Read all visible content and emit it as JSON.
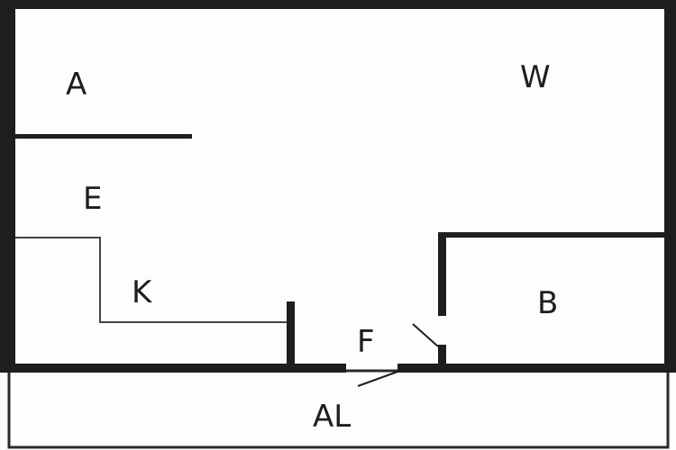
{
  "plan": {
    "rooms": {
      "a": "A",
      "w": "W",
      "e": "E",
      "k": "K",
      "b": "B",
      "f": "F",
      "al": "AL"
    },
    "colors": {
      "wall": "#1e1e1e",
      "background": "#fdfdfb"
    }
  }
}
